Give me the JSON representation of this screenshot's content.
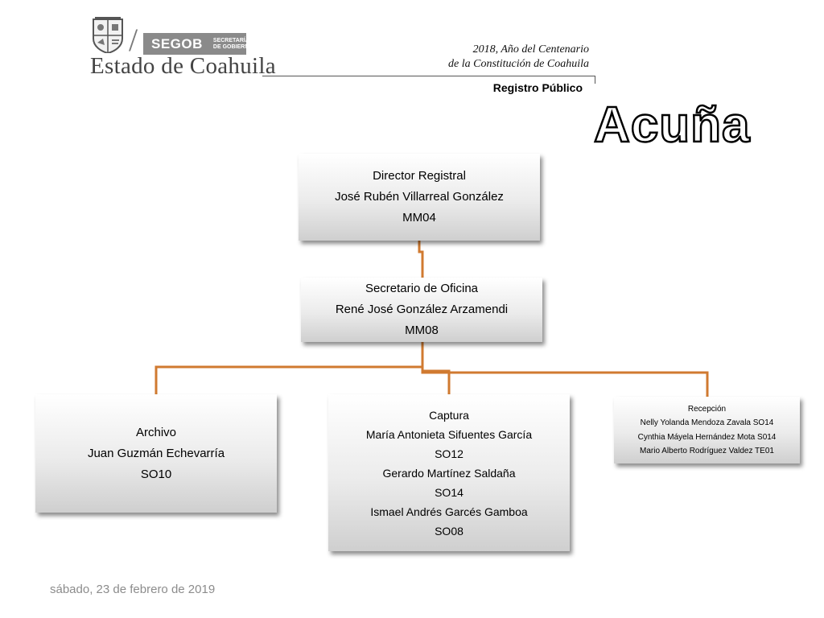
{
  "header": {
    "brand": "SEGOB",
    "brand_sub": [
      "SECRETARÍA",
      "DE GOBIERNO"
    ],
    "state": "Estado de Coahuila",
    "motto": [
      "2018, Año del Centenario",
      "de la Constitución de Coahuila"
    ],
    "section": "Registro Público"
  },
  "office": "Acuña",
  "org": {
    "director": [
      "Director Registral",
      "José Rubén Villarreal González",
      "MM04"
    ],
    "secretario": [
      "Secretario de Oficina",
      "René José González Arzamendi",
      "MM08"
    ],
    "archivo": [
      "Archivo",
      "Juan Guzmán Echevarría",
      "SO10"
    ],
    "captura": [
      "Captura",
      "María Antonieta Sifuentes García",
      "SO12",
      "Gerardo Martínez Saldaña",
      "SO14",
      "Ismael Andrés Garcés Gamboa",
      "SO08"
    ],
    "recepcion": [
      "Recepción",
      "Nelly Yolanda Mendoza Zavala SO14",
      "Cynthia Máyela Hernández Mota S014",
      "Mario Alberto Rodríguez Valdez TE01"
    ]
  },
  "footer": {
    "date": "sábado, 23 de febrero de 2019"
  },
  "colors": {
    "connector": "#D07A30",
    "brand_box": "#8A8A8A"
  }
}
